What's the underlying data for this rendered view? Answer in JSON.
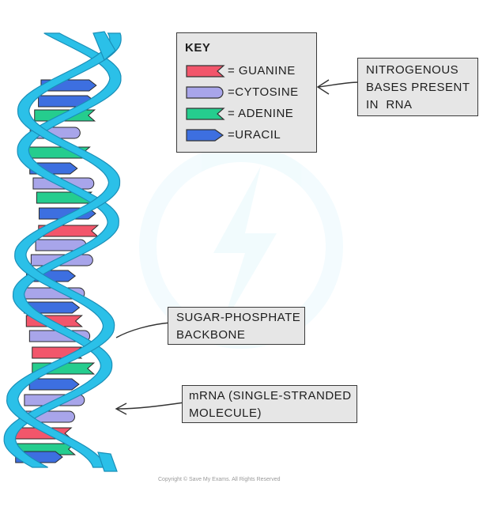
{
  "key": {
    "title": "KEY",
    "items": [
      {
        "label": "= GUANINE",
        "color": "#f2566b",
        "shape": "notch"
      },
      {
        "label": "=CYTOSINE",
        "color": "#a8a5ea",
        "shape": "round"
      },
      {
        "label": "= ADENINE",
        "color": "#25cd8e",
        "shape": "notch"
      },
      {
        "label": "=URACIL",
        "color": "#3d6fe0",
        "shape": "point"
      }
    ]
  },
  "labels": {
    "nitrogenous": [
      "NITROGENOUS",
      "BASES PRESENT",
      "IN  RNA"
    ],
    "backbone": [
      "SUGAR-PHOSPHATE",
      "BACKBONE"
    ],
    "mrna": [
      "mRNA (SINGLE-STRANDED",
      "MOLECULE)"
    ]
  },
  "colors": {
    "backbone": "#2bc0e8",
    "backbone_dark": "#1a8fb8",
    "box_fill": "#e6e6e6",
    "outline": "#333333"
  },
  "copyright": "Copyright © Save My Exams. All Rights Reserved"
}
